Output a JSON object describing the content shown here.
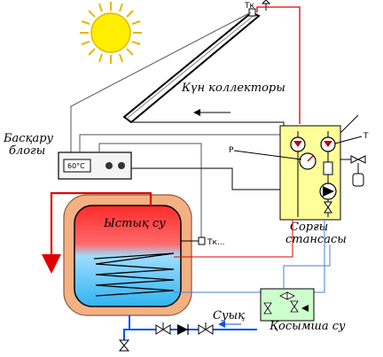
{
  "labels": {
    "collector": "Күн коллекторы",
    "control_unit_line1": "Басқару",
    "control_unit_line2": "блогы",
    "display_temp": "60°C",
    "hot_water": "Ыстық су",
    "pump_station_line1": "Сорғы",
    "pump_station_line2": "стансасы",
    "cold_water": "Суық",
    "additional_water": "Қосымша су",
    "sensor_top": "Tк",
    "sensor_tank": "Tк...",
    "pressure": "P",
    "temperature": "T"
  },
  "colors": {
    "sun": "#ffee00",
    "sun_outline": "#e6b800",
    "tank_outer": "#f4b183",
    "tank_hot": "#ff3030",
    "tank_cold": "#4fc3f7",
    "station_fill": "#ffff99",
    "aux_fill": "#ccffcc",
    "hot_line": "#e00000",
    "cold_line": "#0050ff",
    "wire": "#555555"
  }
}
